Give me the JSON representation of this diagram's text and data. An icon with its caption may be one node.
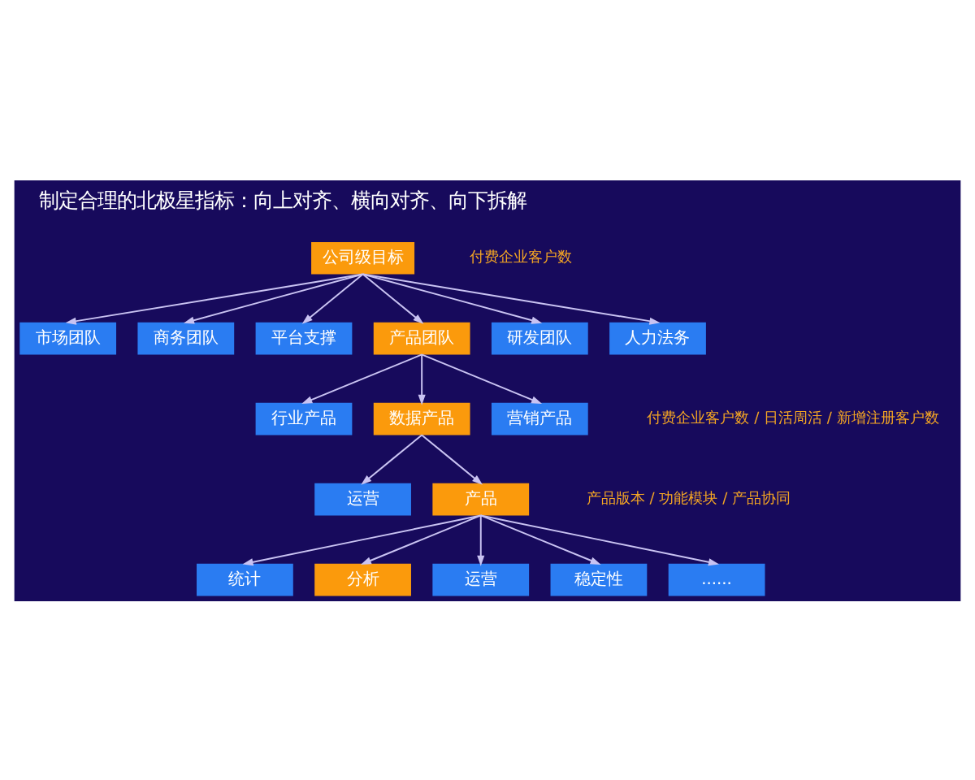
{
  "diagram": {
    "title": "制定合理的北极星指标：向上对齐、横向对齐、向下拆解",
    "nodes": [
      {
        "text": [
          "公司级目标"
        ]
      },
      {
        "text": [
          "市场团队"
        ]
      },
      {
        "text": [
          "商务团队"
        ]
      },
      {
        "text": [
          "平台支撑"
        ]
      },
      {
        "text": [
          "产品团队"
        ]
      },
      {
        "text": [
          "研发团队"
        ]
      },
      {
        "text": [
          "人力法务"
        ]
      },
      {
        "text": [
          "行业产品"
        ]
      },
      {
        "text": [
          "数据产品"
        ]
      },
      {
        "text": [
          "营销产品"
        ]
      },
      {
        "text": [
          "运营"
        ]
      },
      {
        "text": [
          "产品"
        ]
      },
      {
        "text": [
          "统计"
        ]
      },
      {
        "text": [
          "分析"
        ]
      },
      {
        "text": [
          "运营"
        ]
      },
      {
        "text": [
          "稳定性"
        ]
      },
      {
        "text": [
          "......"
        ]
      }
    ],
    "edges": [
      {
        "from": 0,
        "to": 1,
        "arrow": "to"
      },
      {
        "from": 0,
        "to": 2,
        "arrow": "to"
      },
      {
        "from": 0,
        "to": 3,
        "arrow": "to"
      },
      {
        "from": 0,
        "to": 4,
        "arrow": "to"
      },
      {
        "from": 0,
        "to": 5,
        "arrow": "to"
      },
      {
        "from": 0,
        "to": 6,
        "arrow": "to"
      },
      {
        "from": 4,
        "to": 7,
        "arrow": "to"
      },
      {
        "from": 4,
        "to": 8,
        "arrow": "to"
      },
      {
        "from": 4,
        "to": 9,
        "arrow": "to"
      },
      {
        "from": 8,
        "to": 10,
        "arrow": "to"
      },
      {
        "from": 8,
        "to": 11,
        "arrow": "to"
      },
      {
        "from": 11,
        "to": 12,
        "arrow": "to"
      },
      {
        "from": 11,
        "to": 13,
        "arrow": "to"
      },
      {
        "from": 11,
        "to": 14,
        "arrow": "to"
      },
      {
        "from": 11,
        "to": 15,
        "arrow": "to"
      },
      {
        "from": 11,
        "to": 16,
        "arrow": "to"
      }
    ],
    "labels": [
      "付费企业客户数",
      "付费企业客户数 / 日活周活 / 新增注册客户数",
      "产品版本 / 功能模块 / 产品协同"
    ]
  }
}
